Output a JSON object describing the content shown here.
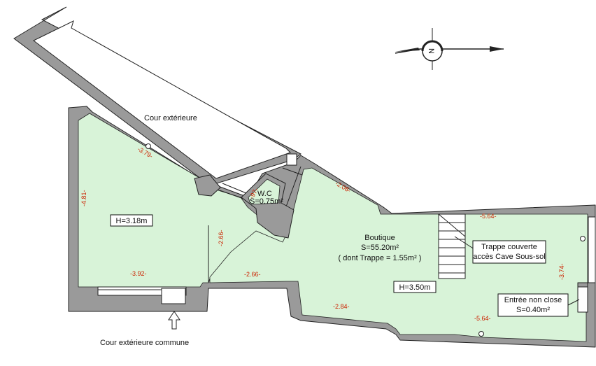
{
  "labels": {
    "cour_exterieure": "Cour extérieure",
    "cour_commune": "Cour extérieure commune",
    "wc_name": "W.C",
    "wc_area": "S=0.75m²",
    "boutique_name": "Boutique",
    "boutique_area": "S=55.20m²",
    "boutique_trappe": "( dont Trappe = 1.55m² )",
    "height_left": "H=3.18m",
    "height_right": "H=3.50m",
    "trappe_line1": "Trappe couverte",
    "trappe_line2": "accès Cave Sous-sol",
    "entree_line1": "Entrée non close",
    "entree_line2": "S=0.40m²",
    "compass_letter": "N"
  },
  "dimensions": {
    "d_379": "-3.79-",
    "d_481": "-4.81-",
    "d_392": "-3.92-",
    "d_266_vertical": "-2.66-",
    "d_266_horizontal": "-2.66-",
    "d_208": "-2.08-",
    "d_284": "-2.84-",
    "d_564_top": "-5.64-",
    "d_564_bottom": "-5.64-",
    "d_374": "-3.74-",
    "d_97": "-97-"
  },
  "colors": {
    "room_fill": "#d8f3d8",
    "wall_fill": "#9a9a9a",
    "dimension_text": "#cc2200"
  }
}
